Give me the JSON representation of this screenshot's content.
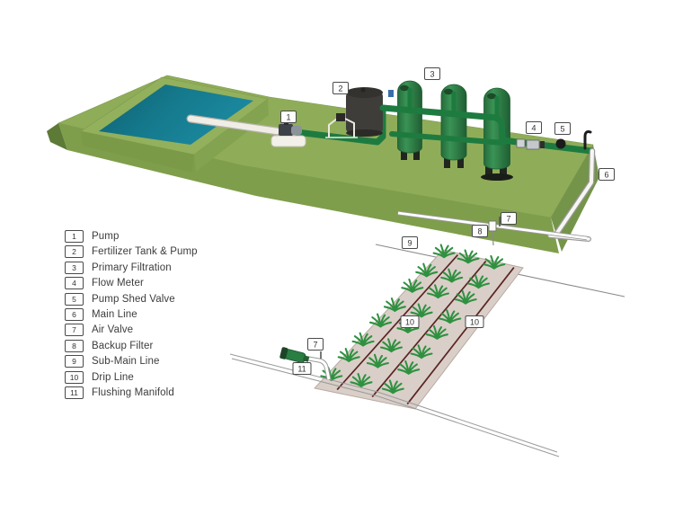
{
  "diagram": {
    "type": "drip-irrigation-system",
    "legend": {
      "items": [
        {
          "num": "1",
          "label": "Pump"
        },
        {
          "num": "2",
          "label": "Fertilizer Tank & Pump"
        },
        {
          "num": "3",
          "label": "Primary Filtration"
        },
        {
          "num": "4",
          "label": "Flow Meter"
        },
        {
          "num": "5",
          "label": "Pump Shed Valve"
        },
        {
          "num": "6",
          "label": "Main Line"
        },
        {
          "num": "7",
          "label": "Air Valve"
        },
        {
          "num": "8",
          "label": "Backup Filter"
        },
        {
          "num": "9",
          "label": "Sub-Main Line"
        },
        {
          "num": "10",
          "label": "Drip Line"
        },
        {
          "num": "11",
          "label": "Flushing Manifold"
        }
      ]
    },
    "callouts": [
      "1",
      "2",
      "3",
      "4",
      "5",
      "6",
      "7",
      "8",
      "9",
      "10",
      "10",
      "7",
      "11"
    ],
    "colors": {
      "platform_green": "#8fad59",
      "water_teal": "#15798c",
      "tank_green": "#2e8047",
      "pipe_green": "#1e7b40",
      "fertilizer_dark": "#3f3d3a",
      "field_beige": "#d9cfc8",
      "drip_maroon": "#5b2423",
      "plant_green": "#2f9140"
    }
  }
}
